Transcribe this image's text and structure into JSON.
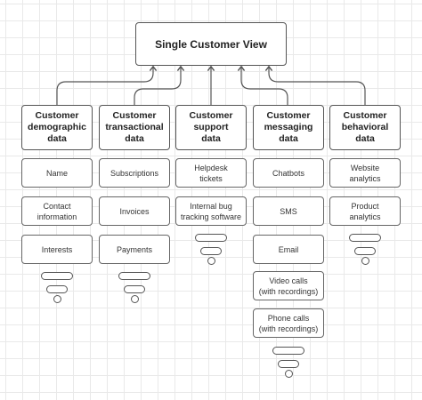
{
  "title": "Single Customer View",
  "columns": [
    {
      "header": "Customer\ndemographic\ndata",
      "items": [
        "Name",
        "Contact\ninformation",
        "Interests"
      ]
    },
    {
      "header": "Customer\ntransactional\ndata",
      "items": [
        "Subscriptions",
        "Invoices",
        "Payments"
      ]
    },
    {
      "header": "Customer\nsupport\ndata",
      "items": [
        "Helpdesk\ntickets",
        "Internal bug\ntracking software"
      ]
    },
    {
      "header": "Customer\nmessaging\ndata",
      "items": [
        "Chatbots",
        "SMS",
        "Email",
        "Video calls\n(with recordings)",
        "Phone calls\n(with recordings)"
      ]
    },
    {
      "header": "Customer\nbehavioral\ndata",
      "items": [
        "Website\nanalytics",
        "Product\nanalytics"
      ]
    }
  ],
  "colors": {
    "grid": "#e9e9e9",
    "stroke": "#555555",
    "text": "#222222"
  }
}
